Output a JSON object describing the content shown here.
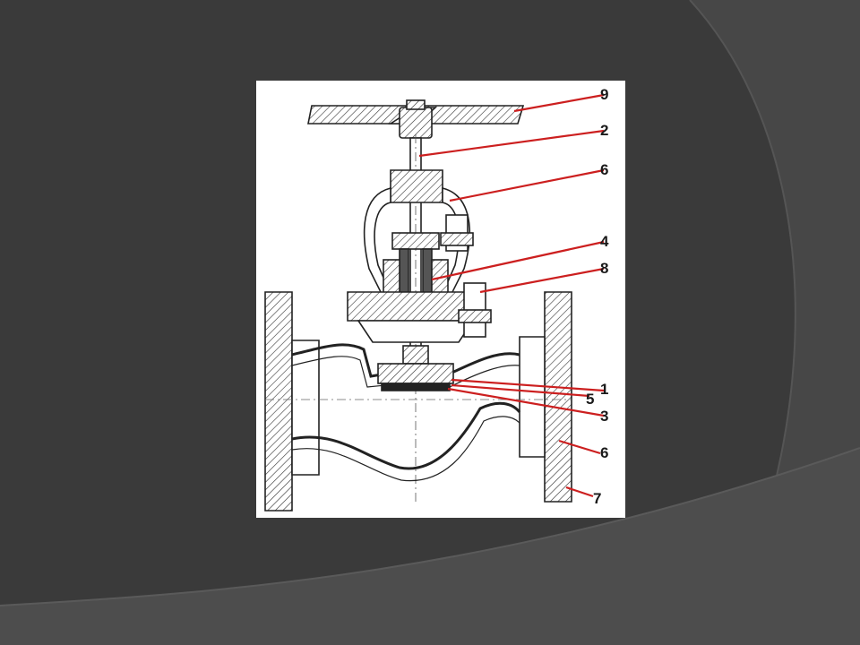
{
  "slide": {
    "background_color": "#3a3a3a",
    "accent_arc_color": "#4a4a4a",
    "bottom_band_color": "#505050"
  },
  "diagram": {
    "leader_color": "#cc1f1f",
    "callouts": [
      {
        "id": "c9",
        "label": "9"
      },
      {
        "id": "c2",
        "label": "2"
      },
      {
        "id": "c6a",
        "label": "6"
      },
      {
        "id": "c4",
        "label": "4"
      },
      {
        "id": "c8",
        "label": "8"
      },
      {
        "id": "c1",
        "label": "1"
      },
      {
        "id": "c5",
        "label": "5"
      },
      {
        "id": "c3",
        "label": "3"
      },
      {
        "id": "c6b",
        "label": "6"
      },
      {
        "id": "c7",
        "label": "7"
      }
    ]
  }
}
